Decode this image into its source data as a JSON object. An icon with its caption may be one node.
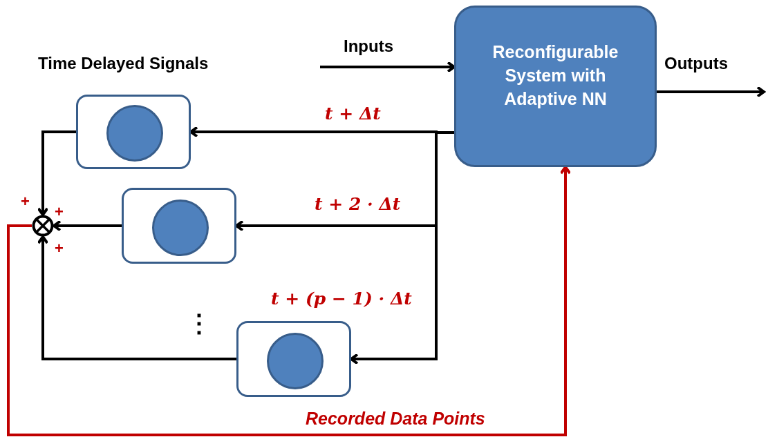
{
  "diagram": {
    "nodes": [
      {
        "text": [
          "Reconfigurable System with Adaptive NN"
        ]
      },
      {
        "text": [],
        "shape": "box"
      },
      {
        "text": [],
        "shape": "circle",
        "in": 1
      },
      {
        "text": [],
        "shape": "box"
      },
      {
        "text": [],
        "shape": "circle",
        "in": 3
      },
      {
        "text": [],
        "shape": "box"
      },
      {
        "text": [],
        "shape": "circle",
        "in": 5
      },
      {
        "text": [],
        "shape": "circle"
      }
    ],
    "edges": [
      {
        "from": 0,
        "to": 1,
        "arrow": "to",
        "label": "t + Δt"
      },
      {
        "from": 0,
        "to": 3,
        "arrow": "to",
        "label": "t + 2 · Δt"
      },
      {
        "from": 0,
        "to": 5,
        "arrow": "to",
        "label": "t + (p − 1) · Δt"
      },
      {
        "from": 1,
        "to": 7,
        "arrow": "to"
      },
      {
        "from": 3,
        "to": 7,
        "arrow": "to"
      },
      {
        "from": 5,
        "to": 7,
        "arrow": "to"
      },
      {
        "from": 7,
        "to": 0,
        "arrow": "to",
        "label": "Recorded Data Points",
        "color": "#c00000"
      },
      {
        "from": null,
        "to": 0,
        "arrow": "to",
        "label": "Inputs"
      },
      {
        "from": 0,
        "to": null,
        "arrow": "to",
        "label": "Outputs"
      }
    ],
    "labels": [
      "Time Delayed Signals",
      "+",
      "+",
      "+",
      "⋮"
    ]
  }
}
